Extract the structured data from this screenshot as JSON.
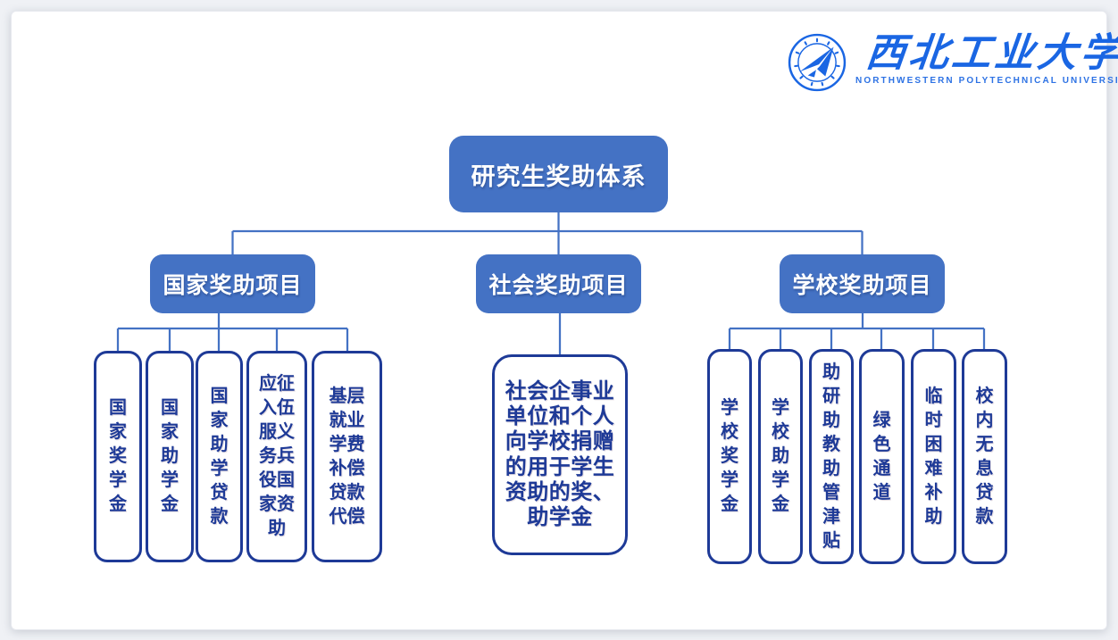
{
  "page": {
    "background_color": "#eff1f5",
    "card_color": "#ffffff"
  },
  "colors": {
    "node_fill": "#4472c4",
    "node_text": "#ffffff",
    "leaf_border": "#1e3a97",
    "leaf_text": "#1e3a97",
    "connector": "#4472c4",
    "logo_blue": "#1a66e3"
  },
  "logo": {
    "emblem": "npu-circular-seal-paper-plane",
    "university_cn": "西北工业大学",
    "university_en": "NORTHWESTERN POLYTECHNICAL UNIVERSITY"
  },
  "tree": {
    "root": {
      "label": "研究生奖助体系"
    },
    "branches": [
      {
        "label": "国家奖助项目",
        "leaves": [
          {
            "label": "国家奖学金",
            "lines": [
              "国",
              "家",
              "奖",
              "学",
              "金"
            ]
          },
          {
            "label": "国家助学金",
            "lines": [
              "国",
              "家",
              "助",
              "学",
              "金"
            ]
          },
          {
            "label": "国家助学贷款",
            "lines": [
              "国",
              "家",
              "助",
              "学",
              "贷",
              "款"
            ]
          },
          {
            "label": "应征入伍服义务兵役国家资助",
            "lines": [
              "应征",
              "入伍",
              "服义",
              "务兵",
              "役国",
              "家资",
              "助"
            ]
          },
          {
            "label": "基层就业学费补偿贷款代偿",
            "lines": [
              "基层",
              "就业",
              "学费",
              "补偿",
              "贷款",
              "代偿"
            ]
          }
        ]
      },
      {
        "label": "社会奖助项目",
        "leaves": [
          {
            "label": "社会企事业单位和个人向学校捐赠的用于学生资助的奖、助学金",
            "lines": [
              "社会企事业",
              "单位和个人",
              "向学校捐赠",
              "的用于学生",
              "资助的奖、",
              "助学金"
            ]
          }
        ]
      },
      {
        "label": "学校奖助项目",
        "leaves": [
          {
            "label": "学校奖学金",
            "lines": [
              "学",
              "校",
              "奖",
              "学",
              "金"
            ]
          },
          {
            "label": "学校助学金",
            "lines": [
              "学",
              "校",
              "助",
              "学",
              "金"
            ]
          },
          {
            "label": "助研助教助管津贴",
            "lines": [
              "助",
              "研",
              "助",
              "教",
              "助",
              "管",
              "津",
              "贴"
            ]
          },
          {
            "label": "绿色通道",
            "lines": [
              "绿",
              "色",
              "通",
              "道"
            ]
          },
          {
            "label": "临时困难补助",
            "lines": [
              "临",
              "时",
              "困",
              "难",
              "补",
              "助"
            ]
          },
          {
            "label": "校内无息贷款",
            "lines": [
              "校",
              "内",
              "无",
              "息",
              "贷",
              "款"
            ]
          }
        ]
      }
    ]
  }
}
